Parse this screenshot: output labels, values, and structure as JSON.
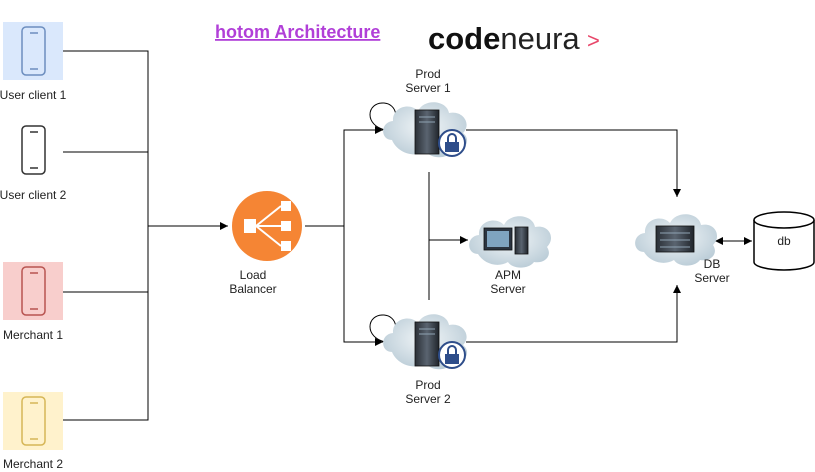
{
  "title": "hotom Architecture",
  "brand": {
    "name_bold": "code",
    "name_light": "neura",
    "mark": ">",
    "accent": "#e8476a"
  },
  "clients": [
    {
      "label": "User client 1",
      "fill": "#dae8fc",
      "stroke": "#6c8ebf"
    },
    {
      "label": "User client 2",
      "fill": "none",
      "stroke": "#333333"
    },
    {
      "label": "Merchant 1",
      "fill": "#f8cecc",
      "stroke": "#b85450"
    },
    {
      "label": "Merchant 2",
      "fill": "#fff2cc",
      "stroke": "#d6b656"
    }
  ],
  "nodes": {
    "load_balancer": {
      "line1": "Load",
      "line2": "Balancer",
      "color": "#f58534"
    },
    "prod1": {
      "line1": "Prod",
      "line2": "Server 1"
    },
    "prod2": {
      "line1": "Prod",
      "line2": "Server 2"
    },
    "apm": {
      "line1": "APM",
      "line2": "Server"
    },
    "dbserver": {
      "line1": "DB",
      "line2": "Server"
    },
    "db": {
      "label": "db"
    }
  },
  "colors": {
    "cloud": "#cfdbe3",
    "lock": "#2e4d8a",
    "line": "#000000"
  }
}
